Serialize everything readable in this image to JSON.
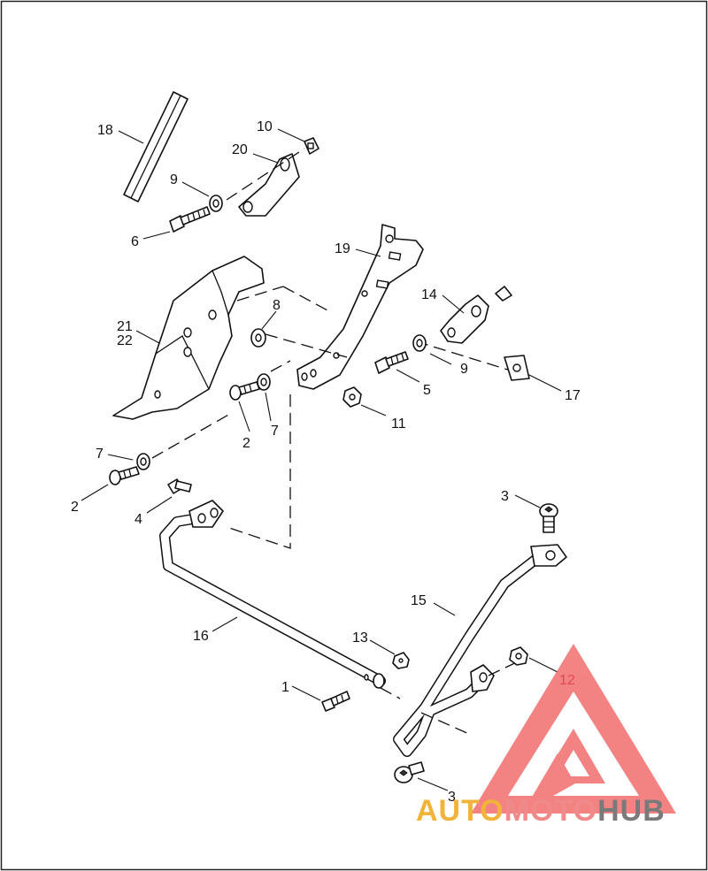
{
  "callouts": {
    "c18": "18",
    "c10": "10",
    "c20": "20",
    "c9a": "9",
    "c6": "6",
    "c19": "19",
    "c14": "14",
    "c21": "21",
    "c22": "22",
    "c8": "8",
    "c9b": "9",
    "c5": "5",
    "c17": "17",
    "c2a": "2",
    "c7a": "7",
    "c11": "11",
    "c7b": "7",
    "c2b": "2",
    "c4": "4",
    "c3a": "3",
    "c15": "15",
    "c16": "16",
    "c13": "13",
    "c1": "1",
    "c12": "12",
    "c3b": "3"
  },
  "watermark": {
    "brand_part1": "AUTO",
    "brand_part2": "MOTO",
    "brand_part3": "HUB",
    "colors": {
      "auto": "#f2b33a",
      "moto": "#f08a8a",
      "hub": "#7a7a7a",
      "triangle": "#f05a5a"
    }
  }
}
